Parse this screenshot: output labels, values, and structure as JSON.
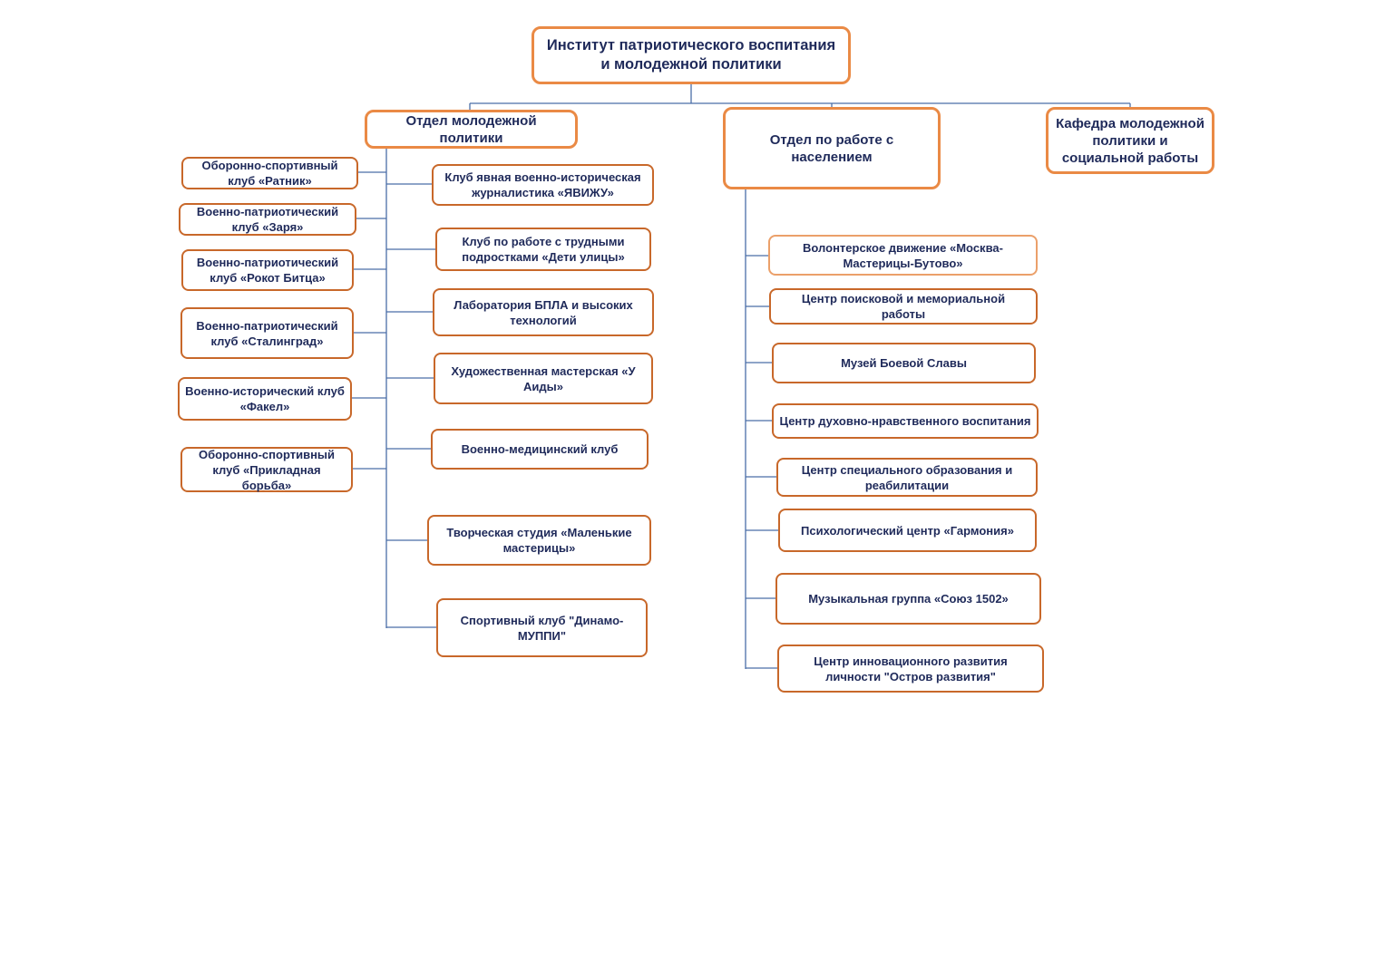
{
  "root": {
    "label": "Институт патриотического воспитания\nи молодежной политики"
  },
  "departments": [
    {
      "label": "Отдел молодежной\nполитики"
    },
    {
      "label": "Отдел по работе с\nнаселением"
    },
    {
      "label": "Кафедра молодежной\nполитики и\nсоциальной работы"
    }
  ],
  "youth_left": [
    {
      "label": "Оборонно-спортивный\nклуб «Ратник»"
    },
    {
      "label": "Военно-патриотический\nклуб «Заря»"
    },
    {
      "label": "Военно-патриотический\nклуб «Рокот Битца»"
    },
    {
      "label": "Военно-патриотический\nклуб «Сталинград»"
    },
    {
      "label": "Военно-исторический клуб\n«Факел»"
    },
    {
      "label": "Оборонно-спортивный\nклуб «Прикладная\nборьба»"
    }
  ],
  "youth_right": [
    {
      "label": "Клуб явная военно-историческая\nжурналистика «ЯВИЖУ»"
    },
    {
      "label": "Клуб по работе с трудными\nподростками «Дети улицы»"
    },
    {
      "label": "Лаборатория БПЛА и высоких\nтехнологий"
    },
    {
      "label": "Художественная мастерская «У\nАиды»"
    },
    {
      "label": "Военно-медицинский клуб"
    },
    {
      "label": "Творческая студия «Маленькие\nмастерицы»"
    },
    {
      "label": "Спортивный клуб \"Динамо-\nМУППИ\""
    }
  ],
  "population": [
    {
      "label": "Волонтерское движение «Москва-\nМастерицы-Бутово»"
    },
    {
      "label": "Центр поисковой и мемориальной\nработы"
    },
    {
      "label": "Музей Боевой Славы"
    },
    {
      "label": "Центр духовно-нравственного воспитания"
    },
    {
      "label": "Центр специального образования и\nреабилитации"
    },
    {
      "label": "Психологический центр «Гармония»"
    },
    {
      "label": "Музыкальная группа «Союз 1502»"
    },
    {
      "label": "Центр инновационного развития\nличности \"Остров развития\""
    }
  ],
  "colors": {
    "border": "#c8682a",
    "border_light": "#ea8a45",
    "text": "#1f2a5a",
    "connector": "#4a6ea8"
  }
}
